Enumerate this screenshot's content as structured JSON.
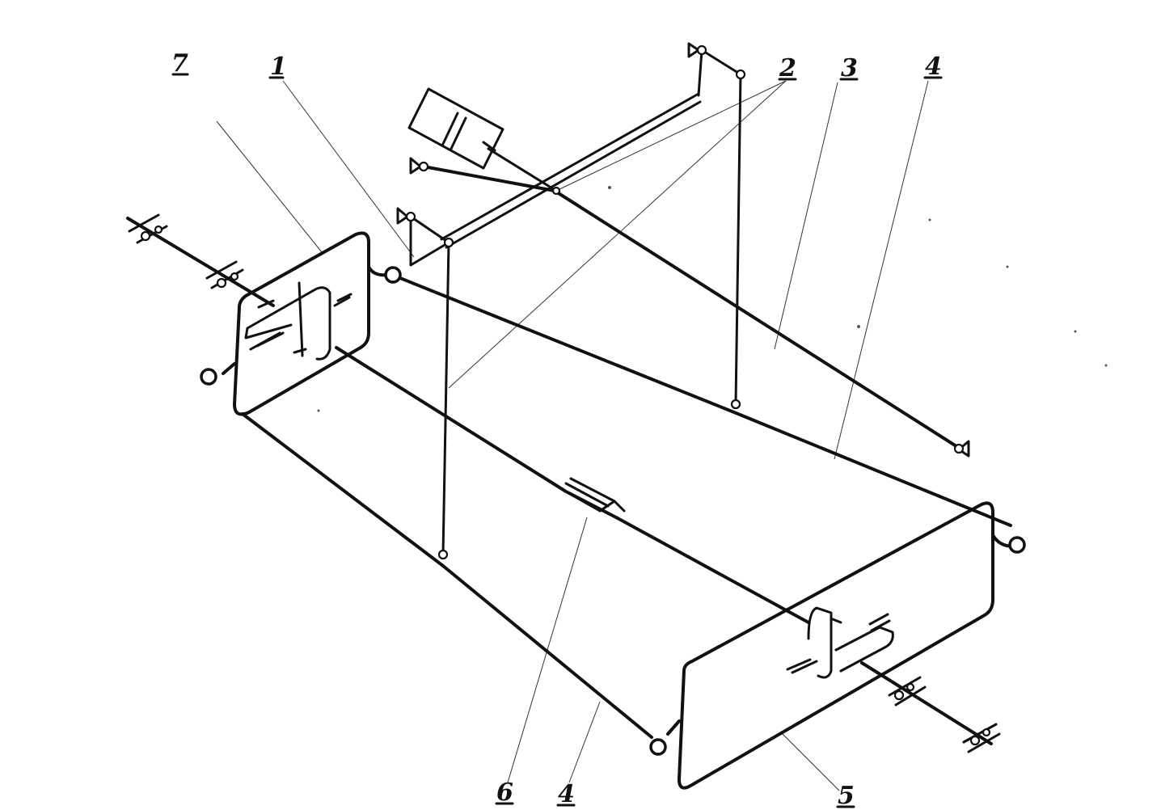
{
  "diagram": {
    "callouts": [
      {
        "id": "c7",
        "text": "7"
      },
      {
        "id": "c1",
        "text": "1"
      },
      {
        "id": "c2",
        "text": "2"
      },
      {
        "id": "c3",
        "text": "3"
      },
      {
        "id": "c4a",
        "text": "4"
      },
      {
        "id": "c6",
        "text": "6"
      },
      {
        "id": "c4b",
        "text": "4"
      },
      {
        "id": "c5",
        "text": "5"
      }
    ],
    "colors": {
      "line": "#111111",
      "background": "#ffffff"
    }
  }
}
